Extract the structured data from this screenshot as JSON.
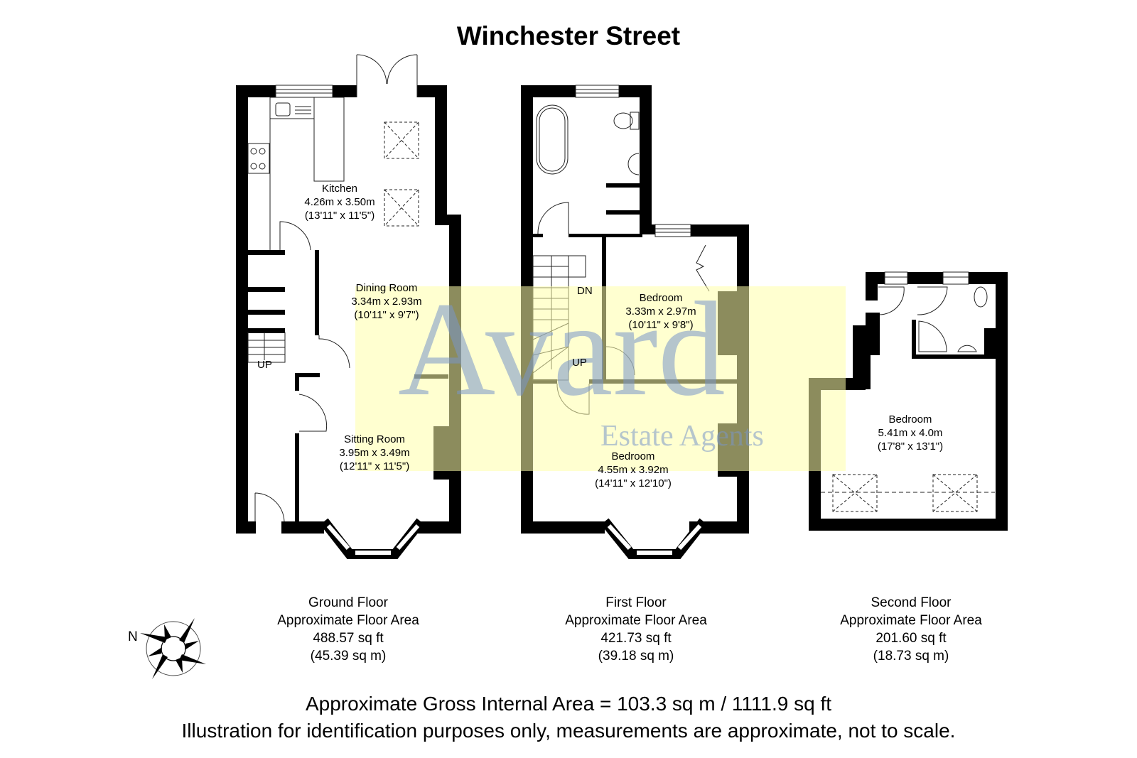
{
  "title": "Winchester Street",
  "watermark": {
    "brand": "Avard",
    "subtitle": "Estate Agents"
  },
  "compass": {
    "label": "N"
  },
  "floors": [
    {
      "name": "Ground Floor",
      "area_label": "Approximate Floor Area",
      "sq_ft": "488.57 sq ft",
      "sq_m": "(45.39 sq m)",
      "rooms": [
        {
          "name": "Kitchen",
          "metric": "4.26m x 3.50m",
          "imperial": "(13'11\" x 11'5\")"
        },
        {
          "name": "Dining Room",
          "metric": "3.34m x 2.93m",
          "imperial": "(10'11\" x 9'7\")"
        },
        {
          "name": "Sitting Room",
          "metric": "3.95m x 3.49m",
          "imperial": "(12'11\" x 11'5\")"
        }
      ],
      "stair_tags": [
        "UP"
      ]
    },
    {
      "name": "First Floor",
      "area_label": "Approximate Floor Area",
      "sq_ft": "421.73 sq ft",
      "sq_m": "(39.18 sq m)",
      "rooms": [
        {
          "name": "Bedroom",
          "metric": "3.33m x 2.97m",
          "imperial": "(10'11\" x 9'8\")"
        },
        {
          "name": "Bedroom",
          "metric": "4.55m x 3.92m",
          "imperial": "(14'11\" x 12'10\")"
        }
      ],
      "stair_tags": [
        "DN",
        "UP"
      ]
    },
    {
      "name": "Second Floor",
      "area_label": "Approximate Floor Area",
      "sq_ft": "201.60 sq ft",
      "sq_m": "(18.73 sq m)",
      "rooms": [
        {
          "name": "Bedroom",
          "metric": "5.41m x 4.0m",
          "imperial": "(17'8\" x 13'1\")"
        }
      ]
    }
  ],
  "footer": {
    "gross_area": "Approximate Gross Internal Area = 103.3 sq m / 1111.9 sq ft",
    "disclaimer": "Illustration for identification purposes only, measurements are approximate, not to scale."
  }
}
